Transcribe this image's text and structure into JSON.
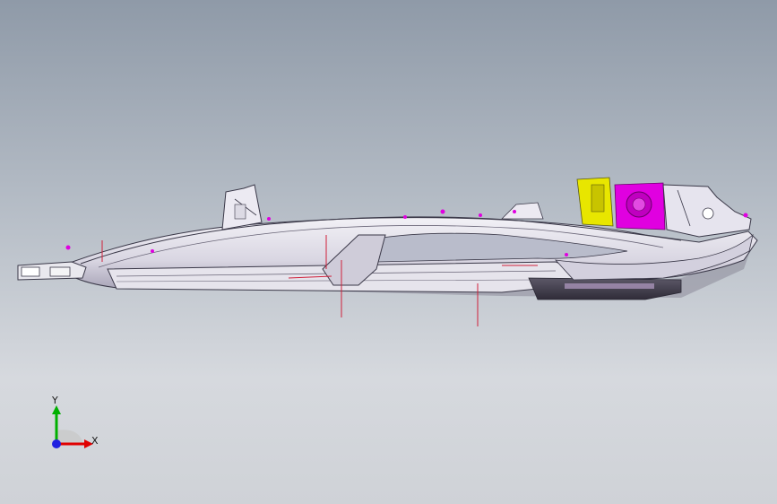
{
  "viewport": {
    "background_top": "#8f9aa8",
    "background_bottom": "#d6d9de"
  },
  "model": {
    "name": "vehicle-underbody-side-member",
    "body_color": "#e8e6ee",
    "edge_color": "#3a3848",
    "highlight_yellow": "#e8e600",
    "highlight_magenta": "#e000e0",
    "sketch_red": "#d0203a"
  },
  "triad": {
    "x_label": "X",
    "y_label": "Y",
    "x_color": "#e00000",
    "y_color": "#00b000",
    "z_color": "#2020e0"
  }
}
